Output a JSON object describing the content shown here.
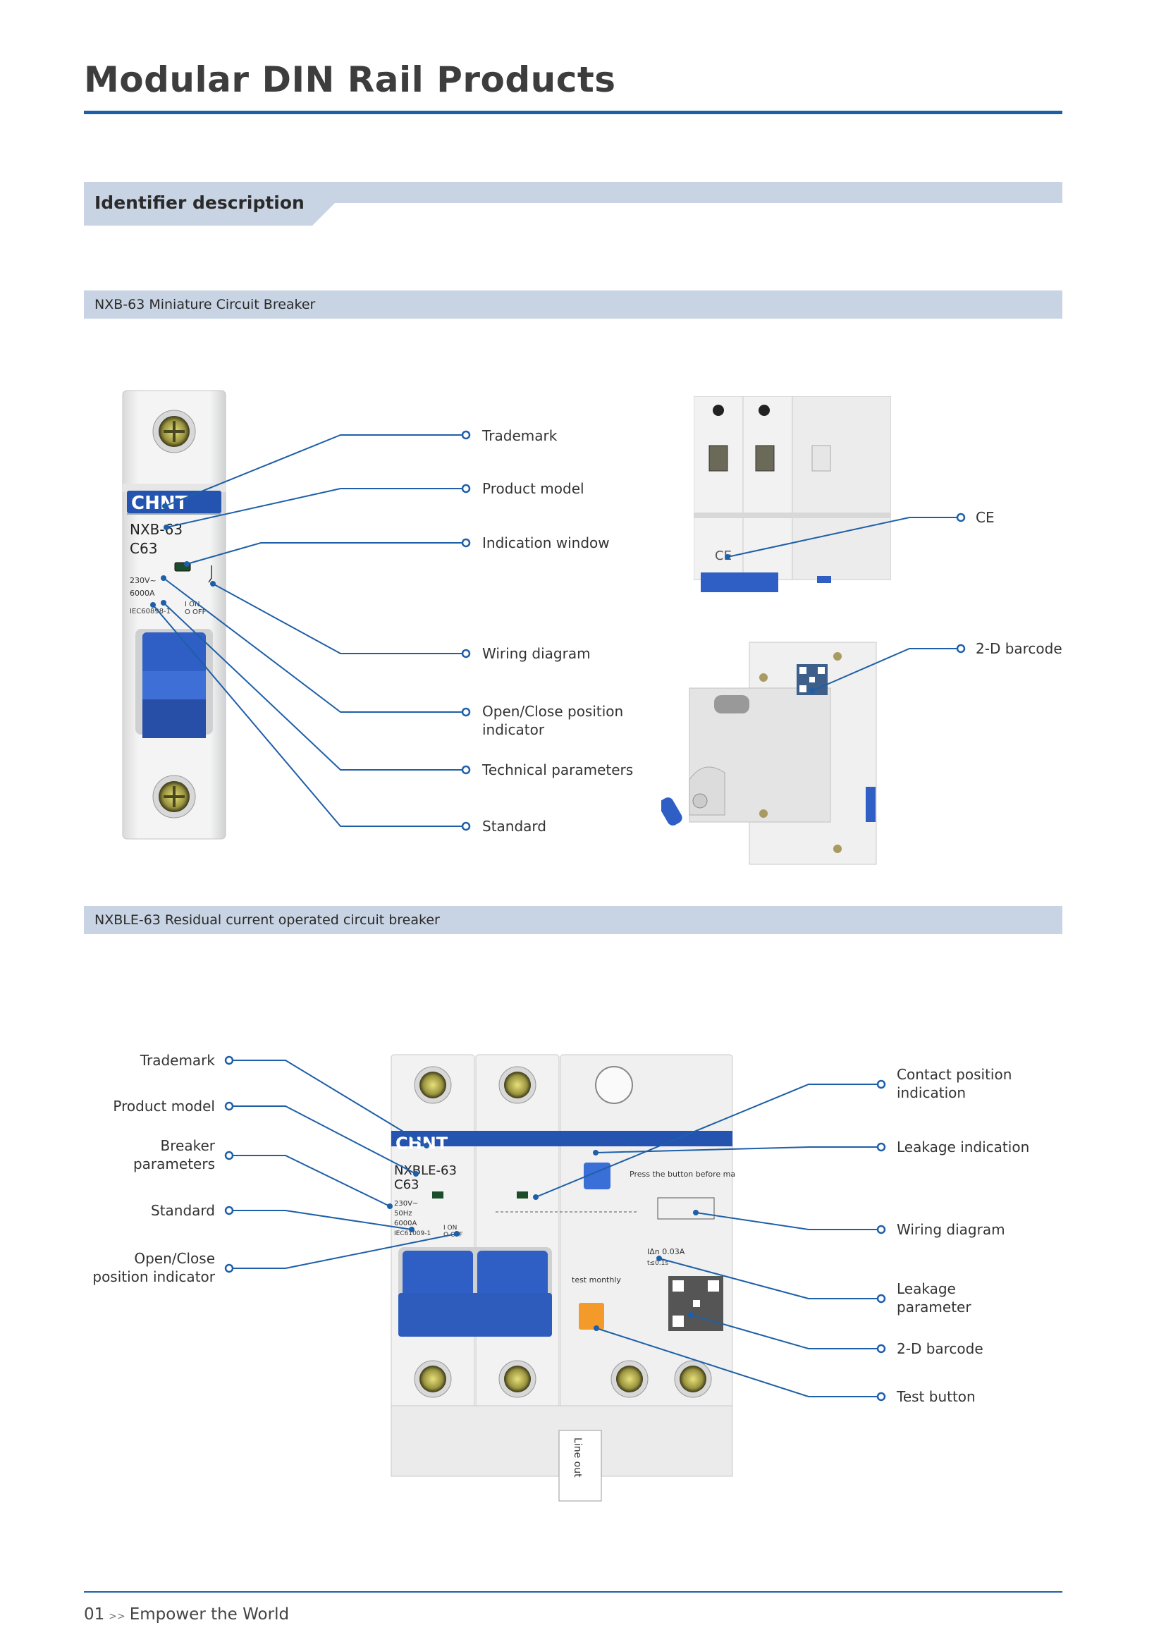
{
  "page": {
    "title": "Modular DIN Rail Products",
    "section": "Identifier description"
  },
  "nxb": {
    "heading": "NXB-63 Miniature Circuit Breaker",
    "device_text": {
      "brand": "CHNT",
      "model": "NXB-63",
      "rating": "C63",
      "voltage": "230V~",
      "breaking": "6000A",
      "standard": "IEC60898-1",
      "on_label": "I ON",
      "off_label": "O OFF"
    },
    "labels": {
      "trademark": "Trademark",
      "product_model": "Product model",
      "indication_window": "Indication window",
      "wiring_diagram": "Wiring diagram",
      "open_close_1": "Open/Close position",
      "open_close_2": "indicator",
      "technical_parameters": "Technical parameters",
      "standard": "Standard",
      "ce": "CE",
      "barcode": "2-D barcode"
    }
  },
  "nxble": {
    "heading": "NXBLE-63 Residual current operated circuit breaker",
    "device_text": {
      "brand": "CHNT",
      "model": "NXBLE-63",
      "rating": "C63",
      "voltage": "230V~",
      "freq": "50Hz",
      "breaking": "6000A",
      "standard": "IEC61009-1",
      "on_label": "I ON",
      "off_label": "O OFF",
      "press_note": "Press the button before making",
      "leak_param": "IΔn 0.03A",
      "leak_time": "t≤0.1s",
      "test_monthly": "test monthly",
      "line_out": "Line out"
    },
    "labels": {
      "trademark": "Trademark",
      "product_model": "Product model",
      "breaker_params_1": "Breaker",
      "breaker_params_2": "parameters",
      "standard": "Standard",
      "open_close_1": "Open/Close",
      "open_close_2": "position indicator",
      "contact_pos_1": "Contact position",
      "contact_pos_2": "indication",
      "leakage_indication": "Leakage indication",
      "wiring_diagram": "Wiring diagram",
      "leakage_param_1": "Leakage",
      "leakage_param_2": "parameter",
      "barcode": "2-D barcode",
      "test_button": "Test button"
    }
  },
  "footer": {
    "page_number": "01",
    "arrows": ">>",
    "tagline": "Empower the World"
  },
  "colors": {
    "accent_blue": "#1d5fa8",
    "bar_grey": "#c8d4e3",
    "handle_blue": "#2f5fc4",
    "test_orange": "#f39a2b"
  }
}
